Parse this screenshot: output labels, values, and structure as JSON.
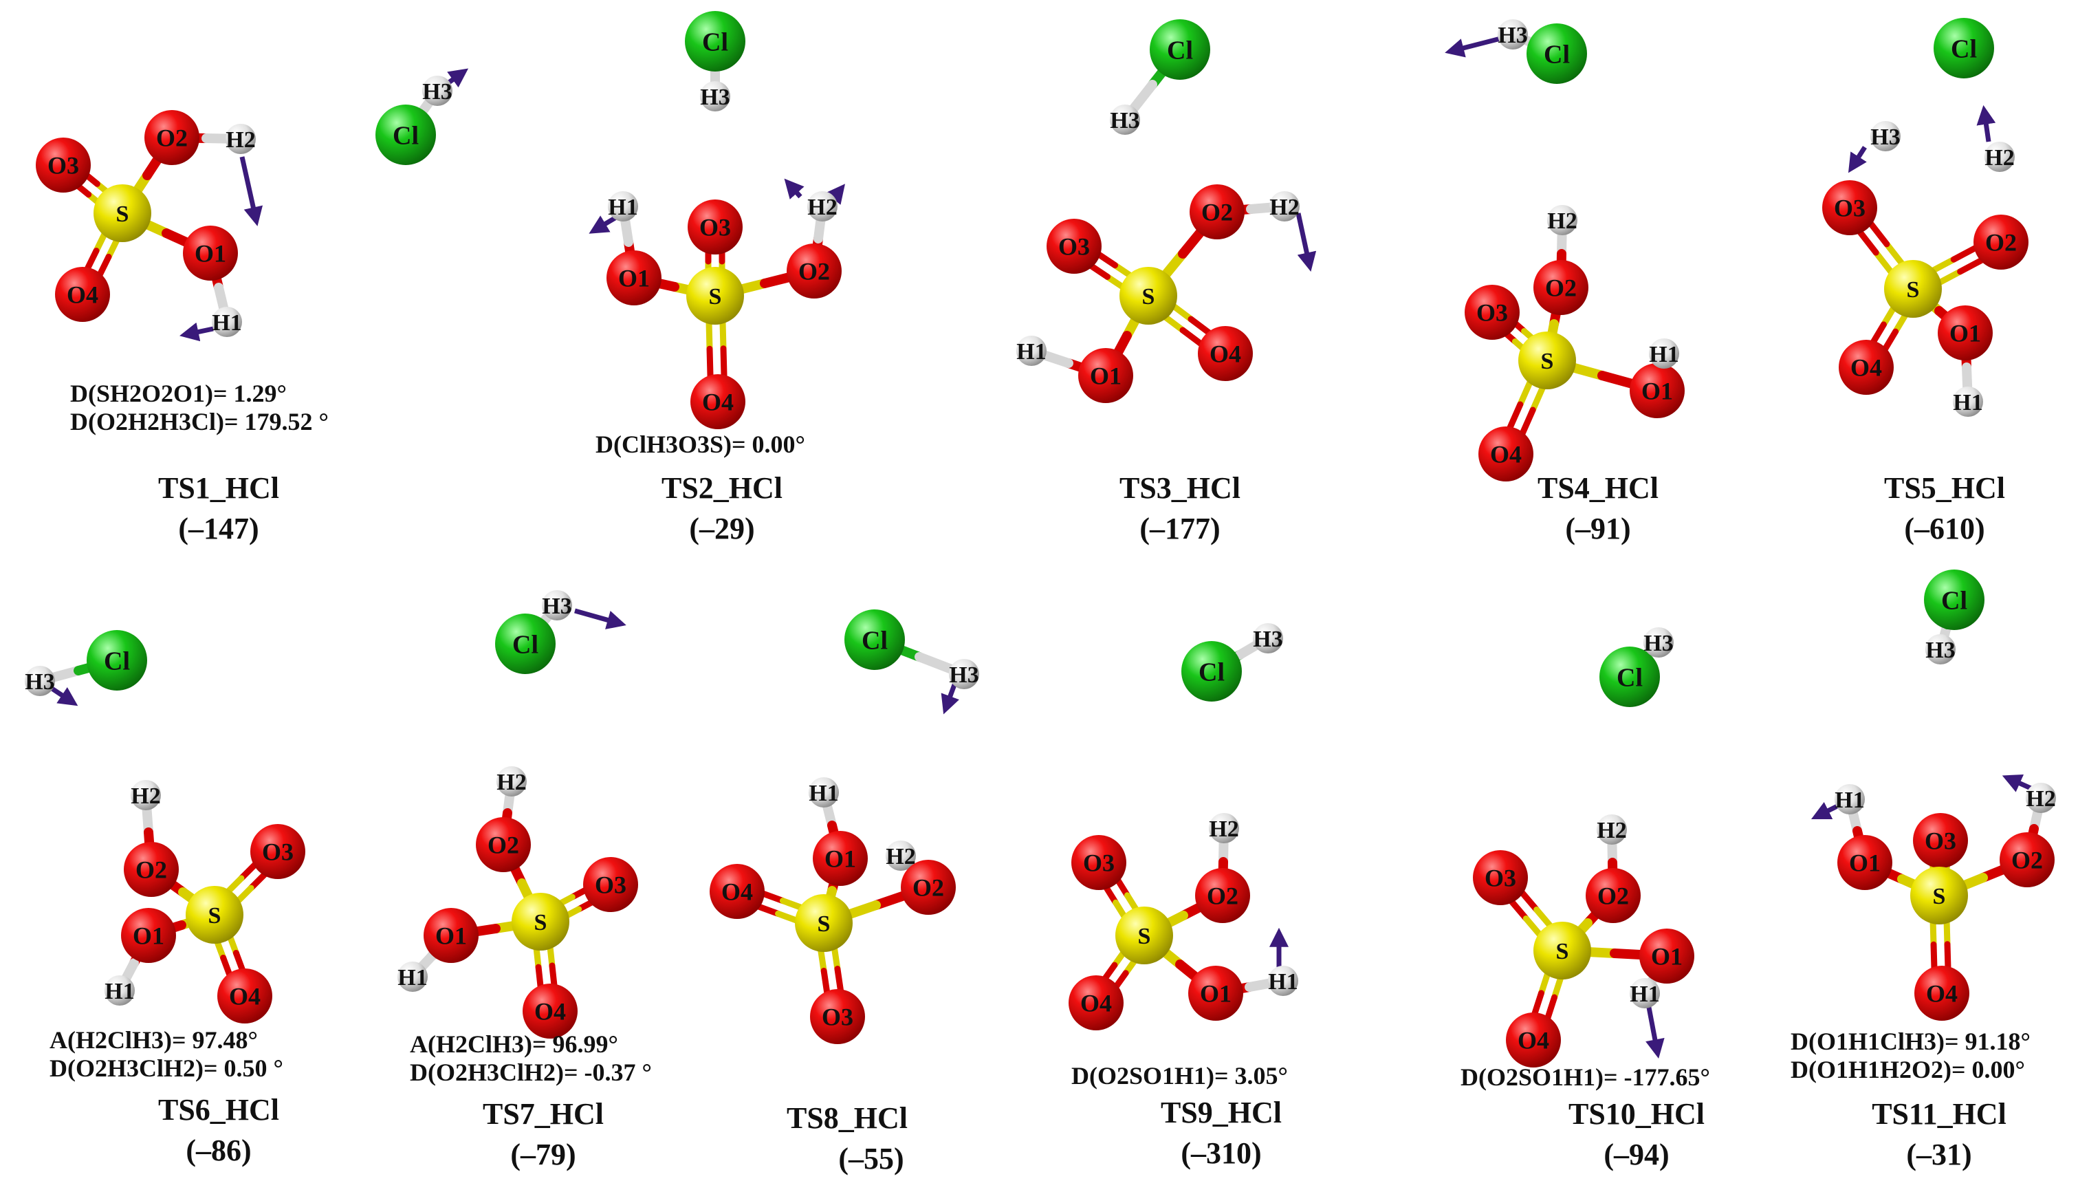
{
  "colors": {
    "oxygen": "#e60000",
    "sulfur": "#e8e000",
    "chlorine": "#12c012",
    "hydrogen": "#e4e4e4",
    "arrow": "#3a1a7a",
    "text": "#111111"
  },
  "icons": {
    "atom": "sphere-atom-icon",
    "displacement": "displacement-arrow-icon"
  },
  "structures": [
    {
      "name": "TS1_HCl",
      "freq": "(–147)",
      "annotations": [
        "D(SH2O2O1)= 1.29°",
        "D(O2H2H3Cl)= 179.52 °"
      ]
    },
    {
      "name": "TS2_HCl",
      "freq": "(–29)",
      "annotations": [
        "D(ClH3O3S)= 0.00°"
      ]
    },
    {
      "name": "TS3_HCl",
      "freq": "(–177)",
      "annotations": []
    },
    {
      "name": "TS4_HCl",
      "freq": "(–91)",
      "annotations": []
    },
    {
      "name": "TS5_HCl",
      "freq": "(–610)",
      "annotations": []
    },
    {
      "name": "TS6_HCl",
      "freq": "(–86)",
      "annotations": [
        "A(H2ClH3)= 97.48°",
        "D(O2H3ClH2)= 0.50 °"
      ]
    },
    {
      "name": "TS7_HCl",
      "freq": "(–79)",
      "annotations": [
        "A(H2ClH3)= 96.99°",
        "D(O2H3ClH2)= -0.37 °"
      ]
    },
    {
      "name": "TS8_HCl",
      "freq": "(–55)",
      "annotations": []
    },
    {
      "name": "TS9_HCl",
      "freq": "(–310)",
      "annotations": [
        "D(O2SO1H1)= 3.05°"
      ]
    },
    {
      "name": "TS10_HCl",
      "freq": "(–94)",
      "annotations": [
        "D(O2SO1H1)= -177.65°"
      ]
    },
    {
      "name": "TS11_HCl",
      "freq": "(–31)",
      "annotations": [
        "D(O1H1ClH3)= 91.18°",
        "D(O1H1H2O2)=  0.00°"
      ]
    }
  ],
  "atoms": {
    "ts1": [
      {
        "id": "S",
        "el": "S"
      },
      {
        "id": "O3",
        "el": "O"
      },
      {
        "id": "O2",
        "el": "O"
      },
      {
        "id": "O1",
        "el": "O"
      },
      {
        "id": "O4",
        "el": "O"
      },
      {
        "id": "H2",
        "el": "H"
      },
      {
        "id": "H1",
        "el": "H"
      },
      {
        "id": "Cl",
        "el": "Cl"
      },
      {
        "id": "H3",
        "el": "H"
      }
    ],
    "ts2": [
      {
        "id": "Cl",
        "el": "Cl"
      },
      {
        "id": "H3",
        "el": "H"
      },
      {
        "id": "S",
        "el": "S"
      },
      {
        "id": "O3",
        "el": "O"
      },
      {
        "id": "O1",
        "el": "O"
      },
      {
        "id": "O2",
        "el": "O"
      },
      {
        "id": "O4",
        "el": "O"
      },
      {
        "id": "H1",
        "el": "H"
      },
      {
        "id": "H2",
        "el": "H"
      }
    ],
    "ts3": [
      {
        "id": "Cl",
        "el": "Cl"
      },
      {
        "id": "H3",
        "el": "H"
      },
      {
        "id": "S",
        "el": "S"
      },
      {
        "id": "O3",
        "el": "O"
      },
      {
        "id": "O2",
        "el": "O"
      },
      {
        "id": "O4",
        "el": "O"
      },
      {
        "id": "O1",
        "el": "O"
      },
      {
        "id": "H2",
        "el": "H"
      },
      {
        "id": "H1",
        "el": "H"
      }
    ],
    "ts4": [
      {
        "id": "H3",
        "el": "H"
      },
      {
        "id": "Cl",
        "el": "Cl"
      },
      {
        "id": "H2",
        "el": "H"
      },
      {
        "id": "O2",
        "el": "O"
      },
      {
        "id": "O3",
        "el": "O"
      },
      {
        "id": "S",
        "el": "S"
      },
      {
        "id": "O1",
        "el": "O"
      },
      {
        "id": "H1",
        "el": "H"
      },
      {
        "id": "O4",
        "el": "O"
      }
    ],
    "ts5": [
      {
        "id": "Cl",
        "el": "Cl"
      },
      {
        "id": "H3",
        "el": "H"
      },
      {
        "id": "H2",
        "el": "H"
      },
      {
        "id": "O3",
        "el": "O"
      },
      {
        "id": "O2",
        "el": "O"
      },
      {
        "id": "S",
        "el": "S"
      },
      {
        "id": "O1",
        "el": "O"
      },
      {
        "id": "O4",
        "el": "O"
      },
      {
        "id": "H1",
        "el": "H"
      }
    ],
    "ts6": [
      {
        "id": "H3",
        "el": "H"
      },
      {
        "id": "Cl",
        "el": "Cl"
      },
      {
        "id": "H2",
        "el": "H"
      },
      {
        "id": "O2",
        "el": "O"
      },
      {
        "id": "O3",
        "el": "O"
      },
      {
        "id": "S",
        "el": "S"
      },
      {
        "id": "O1",
        "el": "O"
      },
      {
        "id": "H1",
        "el": "H"
      },
      {
        "id": "O4",
        "el": "O"
      }
    ],
    "ts7": [
      {
        "id": "Cl",
        "el": "Cl"
      },
      {
        "id": "H3",
        "el": "H"
      },
      {
        "id": "H2",
        "el": "H"
      },
      {
        "id": "O2",
        "el": "O"
      },
      {
        "id": "O3",
        "el": "O"
      },
      {
        "id": "S",
        "el": "S"
      },
      {
        "id": "O1",
        "el": "O"
      },
      {
        "id": "H1",
        "el": "H"
      },
      {
        "id": "O4",
        "el": "O"
      }
    ],
    "ts8": [
      {
        "id": "Cl",
        "el": "Cl"
      },
      {
        "id": "H3",
        "el": "H"
      },
      {
        "id": "H1",
        "el": "H"
      },
      {
        "id": "O1",
        "el": "O"
      },
      {
        "id": "H2",
        "el": "H"
      },
      {
        "id": "O2",
        "el": "O"
      },
      {
        "id": "O4",
        "el": "O"
      },
      {
        "id": "S",
        "el": "S"
      },
      {
        "id": "O3",
        "el": "O"
      }
    ],
    "ts9": [
      {
        "id": "Cl",
        "el": "Cl"
      },
      {
        "id": "H3",
        "el": "H"
      },
      {
        "id": "H2",
        "el": "H"
      },
      {
        "id": "O3",
        "el": "O"
      },
      {
        "id": "O2",
        "el": "O"
      },
      {
        "id": "S",
        "el": "S"
      },
      {
        "id": "O4",
        "el": "O"
      },
      {
        "id": "O1",
        "el": "O"
      },
      {
        "id": "H1",
        "el": "H"
      }
    ],
    "ts10": [
      {
        "id": "Cl",
        "el": "Cl"
      },
      {
        "id": "H3",
        "el": "H"
      },
      {
        "id": "H2",
        "el": "H"
      },
      {
        "id": "O3",
        "el": "O"
      },
      {
        "id": "O2",
        "el": "O"
      },
      {
        "id": "S",
        "el": "S"
      },
      {
        "id": "O1",
        "el": "O"
      },
      {
        "id": "H1",
        "el": "H"
      },
      {
        "id": "O4",
        "el": "O"
      }
    ],
    "ts11": [
      {
        "id": "H3",
        "el": "H"
      },
      {
        "id": "Cl",
        "el": "Cl"
      },
      {
        "id": "H1",
        "el": "H"
      },
      {
        "id": "O3",
        "el": "O"
      },
      {
        "id": "H2",
        "el": "H"
      },
      {
        "id": "O1",
        "el": "O"
      },
      {
        "id": "O2",
        "el": "O"
      },
      {
        "id": "S",
        "el": "S"
      },
      {
        "id": "O4",
        "el": "O"
      }
    ]
  }
}
